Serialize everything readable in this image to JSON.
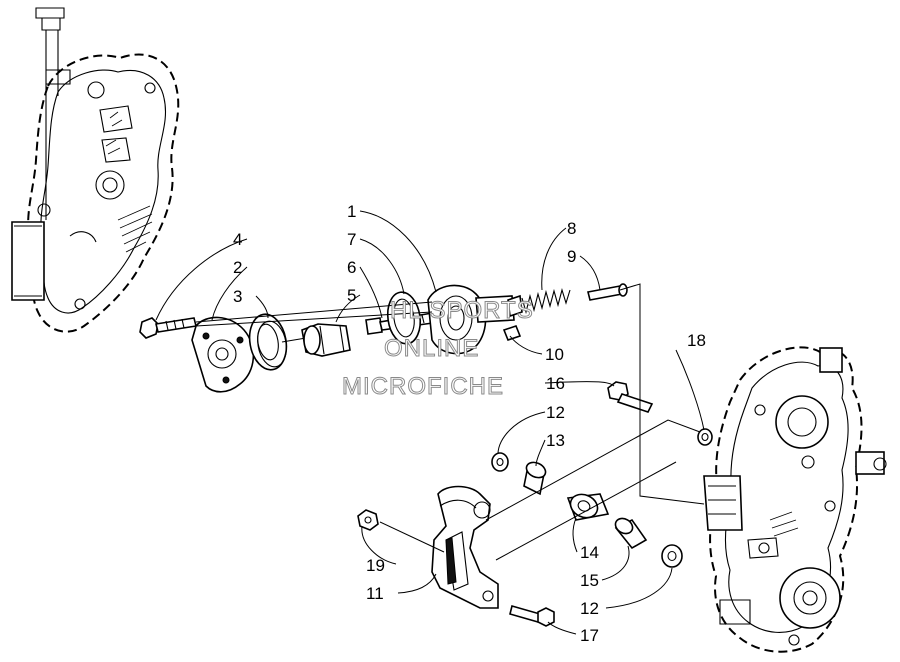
{
  "callouts": {
    "c1": "1",
    "c2": "2",
    "c3": "3",
    "c4": "4",
    "c5": "5",
    "c6": "6",
    "c7": "7",
    "c8": "8",
    "c9": "9",
    "c10": "10",
    "c11": "11",
    "c12a": "12",
    "c12b": "12",
    "c13": "13",
    "c14": "14",
    "c15": "15",
    "c16": "16",
    "c17": "17",
    "c18": "18",
    "c19": "19"
  },
  "watermark": {
    "line1": "HL SPORTS",
    "line2": "ONLINE",
    "line3": "MICROFICHE"
  }
}
